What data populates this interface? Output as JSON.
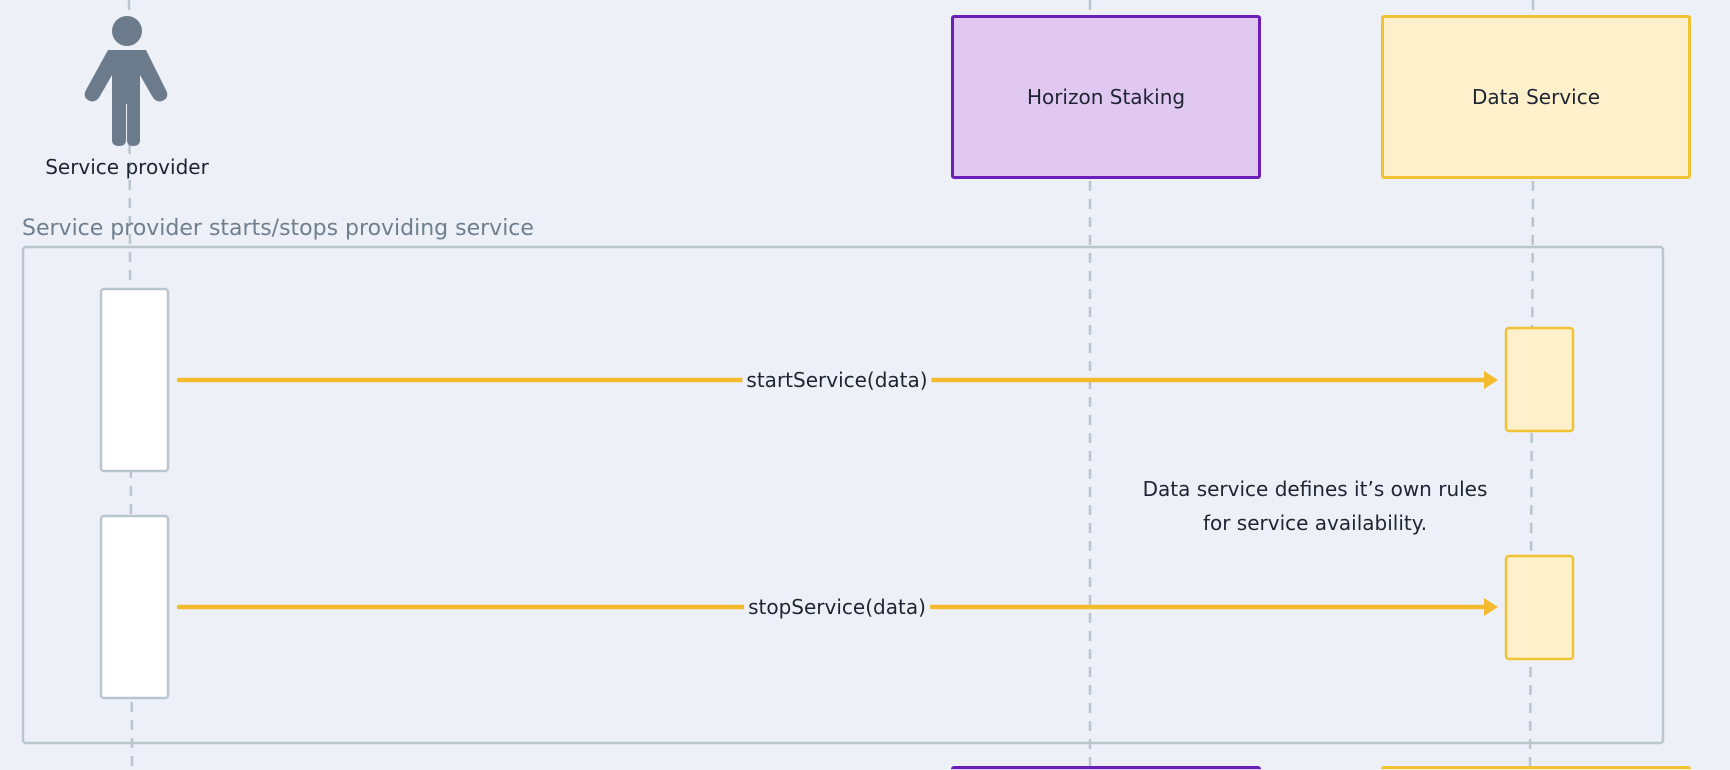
{
  "participants": {
    "actor": {
      "label": "Service provider",
      "icon": "person-icon"
    },
    "horizon": {
      "label": "Horizon Staking"
    },
    "data_service": {
      "label": "Data Service"
    }
  },
  "group": {
    "label": "Service provider starts/stops providing service"
  },
  "messages": [
    {
      "label": "startService(data)",
      "from": "Service provider",
      "to": "Data Service"
    },
    {
      "label": "stopService(data)",
      "from": "Service provider",
      "to": "Data Service"
    }
  ],
  "note": {
    "line1": "Data service defines it’s own rules",
    "line2": "for service availability."
  },
  "colors": {
    "background": "#edf0f6",
    "arrow": "#f4bb2f",
    "horizon_fill": "#e0c8f1",
    "horizon_border": "#6b1fb8",
    "data_fill": "#fdf0ca",
    "data_border": "#f2c235",
    "lifeline": "#b9c6cd",
    "actor": "#6b7b8b"
  }
}
